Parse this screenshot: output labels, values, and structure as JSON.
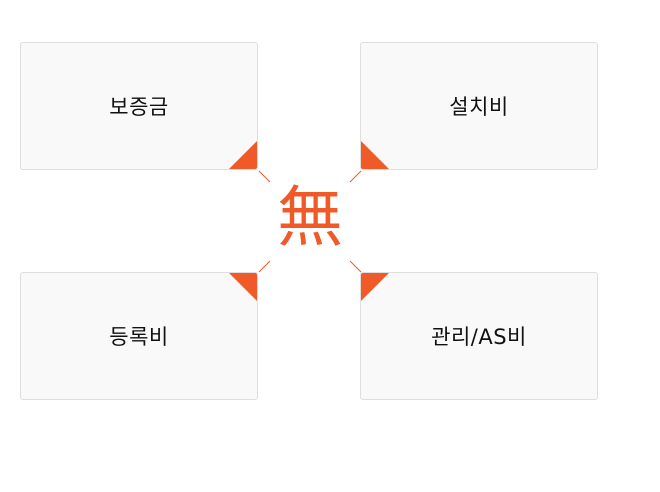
{
  "cards": [
    {
      "label": "보증금"
    },
    {
      "label": "설치비"
    },
    {
      "label": "등록비"
    },
    {
      "label": "관리/AS비"
    }
  ],
  "center": {
    "char": "無"
  },
  "colors": {
    "accent": "#f05a28",
    "card_bg": "#f9f9f9",
    "card_border": "#dedede",
    "text": "#111111"
  }
}
